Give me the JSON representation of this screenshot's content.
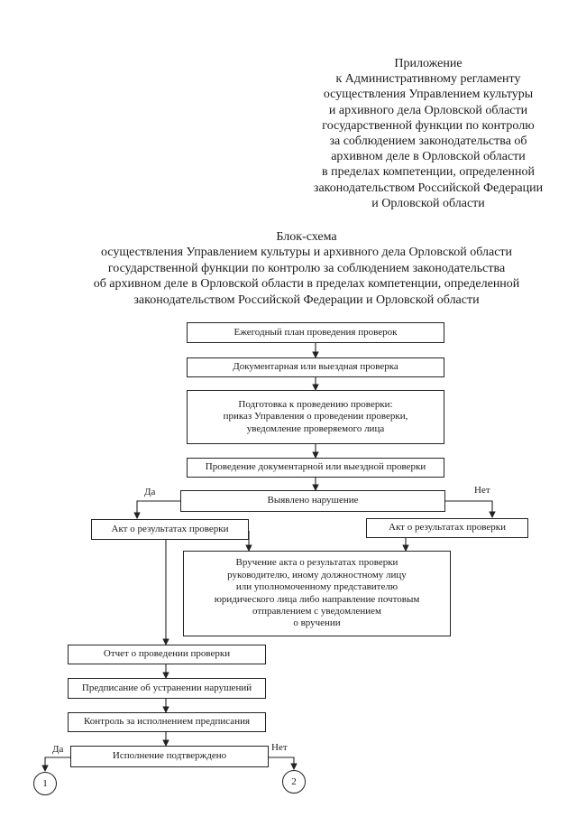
{
  "appendix": {
    "lines": [
      "Приложение",
      "к Административному регламенту",
      "осуществления Управлением культуры",
      "и архивного дела Орловской области",
      "государственной функции по контролю",
      "за соблюдением законодательства об",
      "архивном деле в Орловской области",
      "в пределах компетенции, определенной",
      "законодательством Российской Федерации",
      "и Орловской области"
    ]
  },
  "title": {
    "lines": [
      "Блок-схема",
      "осуществления Управлением культуры и архивного дела Орловской области",
      "государственной функции по контролю за соблюдением законодательства",
      "об архивном деле в Орловской области в пределах компетенции, определенной",
      "законодательством Российской Федерации и Орловской области"
    ]
  },
  "flow": {
    "annual_plan": "Ежегодный план проведения проверок",
    "check_type": "Документарная или выездная проверка",
    "preparation": [
      "Подготовка к проведению проверки:",
      "приказ Управления о проведении проверки,",
      "уведомление проверяемого лица"
    ],
    "conducting": "Проведение документарной или выездной проверки",
    "violation_found": "Выявлено нарушение",
    "yes_label": "Да",
    "no_label": "Нет",
    "act_left": "Акт о результатах проверки",
    "act_right": "Акт о результатах проверки",
    "delivery": [
      "Вручение акта о результатах проверки",
      "руководителю, иному должностному лицу",
      "или уполномоченному представителю",
      "юридического лица либо направление почтовым",
      "отправлением с уведомлением",
      "о вручении"
    ],
    "report": "Отчет о проведении проверки",
    "order": "Предписание об устранении нарушений",
    "control": "Контроль за исполнением предписания",
    "execution_confirmed": "Исполнение подтверждено",
    "yes_label_2": "Да",
    "no_label_2": "Нет",
    "connector_1": "1",
    "connector_2": "2"
  }
}
